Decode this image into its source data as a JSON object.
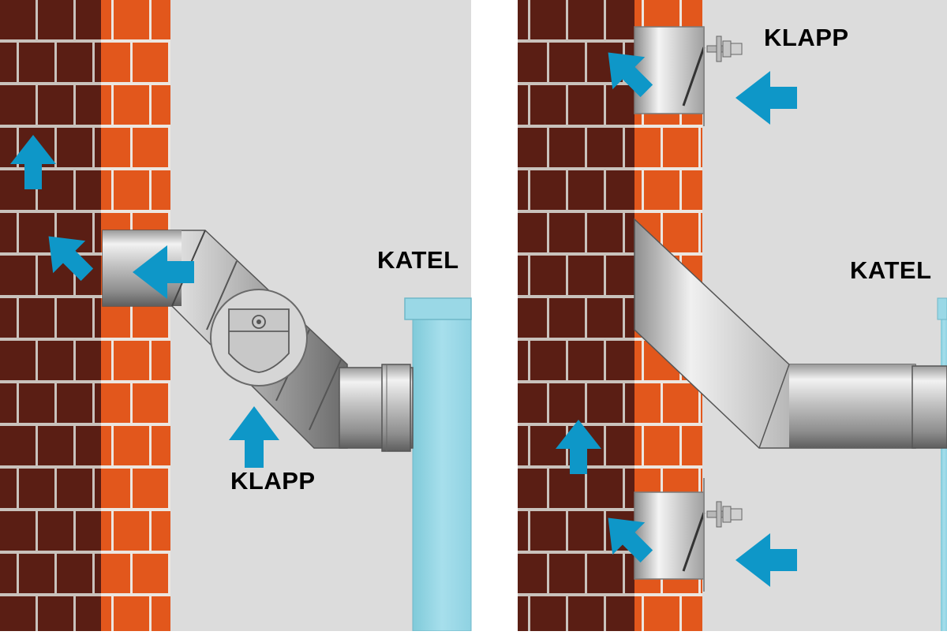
{
  "labels": {
    "left_boiler": "KATEL",
    "left_damper": "KLAPP",
    "right_boiler": "KATEL",
    "right_damper": "KLAPP"
  },
  "colors": {
    "background": "#dcdcdc",
    "brick_dark": "#5a1e14",
    "brick_orange": "#e2571c",
    "mortar": "#c9c2bc",
    "arrow": "#0e97c8",
    "boiler": "#9ad8e6",
    "pipe_metal": "#c4c4c4"
  },
  "icons": [
    "flow-arrow-icon",
    "damper-knob-icon"
  ]
}
